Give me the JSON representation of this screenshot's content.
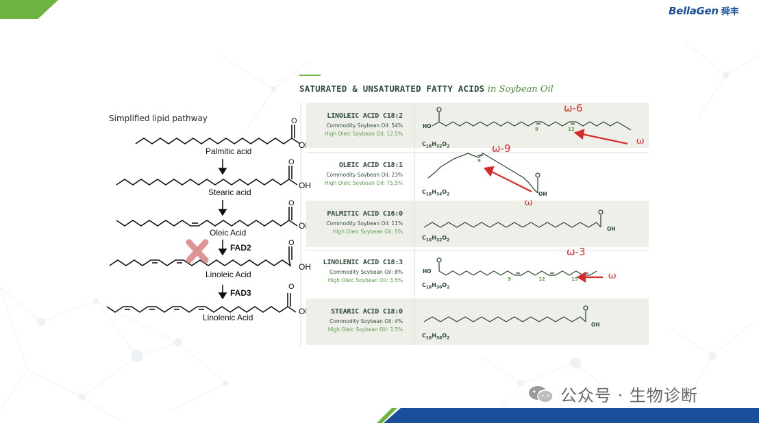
{
  "brand": {
    "logo_text": "BellaGen",
    "logo_cn": "舜丰",
    "brand_blue": "#1a4f9c",
    "accent_green": "#6db33f"
  },
  "pathway": {
    "title": "Simplified lipid pathway",
    "molecules": [
      {
        "name": "Palmitic acid"
      },
      {
        "name": "Stearic acid"
      },
      {
        "name": "Oleic Acid"
      },
      {
        "name": "Linoleic Acid"
      },
      {
        "name": "Linolenic Acid"
      }
    ],
    "enzymes": [
      "FAD2",
      "FAD3"
    ],
    "atom_o": "O",
    "atom_oh": "OH",
    "blocked_step": "FAD2"
  },
  "fatty_acids": {
    "title": "SATURATED & UNSATURATED FATTY ACIDS",
    "title_italic": "in Soybean Oil",
    "rows": [
      {
        "name": "LINOLEIC ACID C18:2",
        "commodity": "Commodity Soybean Oil: 54%",
        "high_oleic": "High Oleic Soybean Oil: 12.5%",
        "formula": "C18H32O2",
        "bond_positions": [
          "9",
          "12"
        ]
      },
      {
        "name": "OLEIC ACID C18:1",
        "commodity": "Commodity Soybean Oil: 23%",
        "high_oleic": "High Oleic Soybean Oil: 75.5%",
        "formula": "C18H34O2",
        "bond_positions": [
          "9"
        ]
      },
      {
        "name": "PALMITIC ACID C16:0",
        "commodity": "Commodity Soybean Oil: 11%",
        "high_oleic": "High Oleic Soybean Oil: 5%",
        "formula": "C16H32O2",
        "bond_positions": []
      },
      {
        "name": "LINOLENIC ACID C18:3",
        "commodity": "Commodity Soybean Oil: 8%",
        "high_oleic": "High Oleic Soybean Oil: 3.5%",
        "formula": "C18H30O2",
        "bond_positions": [
          "9",
          "12",
          "15"
        ]
      },
      {
        "name": "STEARIC ACID C18:0",
        "commodity": "Commodity Soybean Oil: 4%",
        "high_oleic": "High Oleic Soybean Oil: 3.5%",
        "formula": "C18H36O2",
        "bond_positions": []
      }
    ],
    "atom_o": "O",
    "atom_oh": "OH",
    "atom_ho": "HO"
  },
  "annotations": {
    "omega6": "ω-6",
    "omega9": "ω-9",
    "omega3": "ω-3",
    "omega": "ω",
    "color": "#d42a2a"
  },
  "watermark": {
    "text": "公众号 · 生物诊断"
  }
}
